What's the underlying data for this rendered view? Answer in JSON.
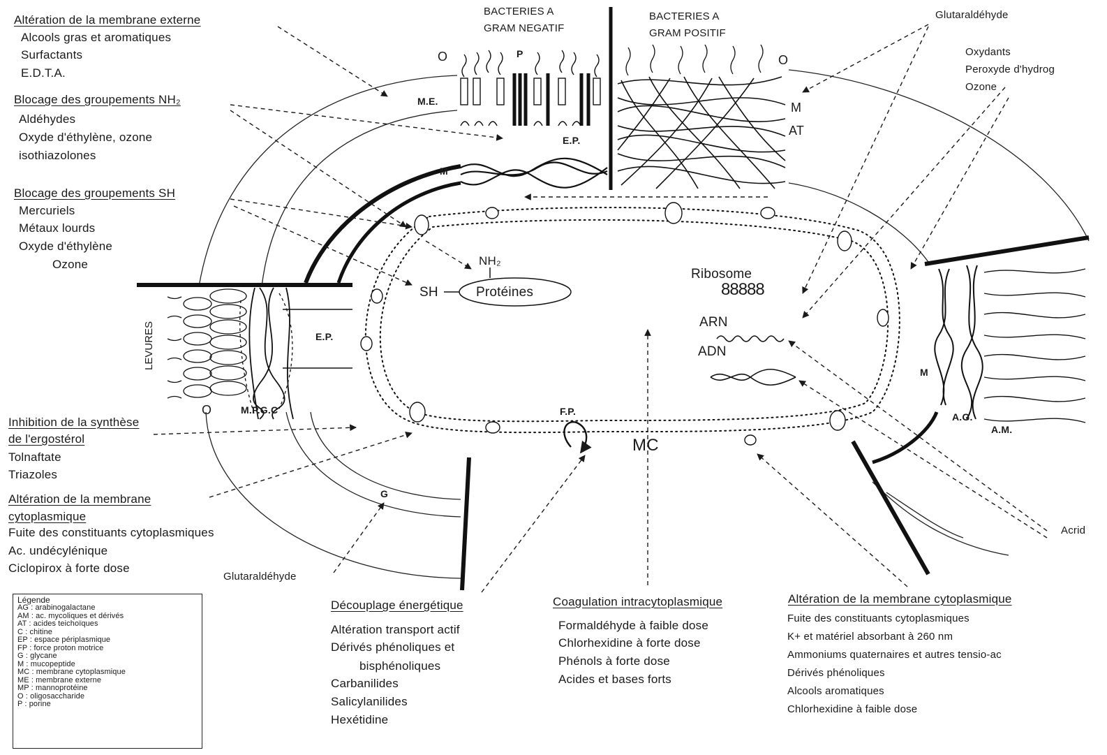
{
  "top": {
    "gram_negative": [
      "BACTERIES A",
      "GRAM NEGATIF"
    ],
    "gram_positive": [
      "BACTERIES A",
      "GRAM POSITIF"
    ]
  },
  "left_groups": [
    {
      "heading": "Altération de la membrane externe",
      "items": [
        "Alcools gras et aromatiques",
        "Surfactants",
        "E.D.T.A."
      ]
    },
    {
      "heading": "Blocage des groupements NH₂",
      "items": [
        "Aldéhydes",
        "Oxyde d'éthylène, ozone",
        "isothiazolones"
      ]
    },
    {
      "heading": "Blocage des groupements SH",
      "items": [
        "Mercuriels",
        "Métaux lourds",
        "Oxyde d'éthylène",
        "Ozone"
      ]
    },
    {
      "heading_lines": [
        "Inhibition de la synthèse",
        "de l'ergostérol"
      ],
      "items": [
        "Tolnaftate",
        "Triazoles"
      ]
    },
    {
      "heading_lines": [
        "Altération de la membrane",
        "cytoplasmique"
      ],
      "items": [
        "Fuite des constituants cytoplasmiques",
        "Ac. undécylénique",
        "Ciclopirox à forte dose"
      ]
    }
  ],
  "right_top": {
    "glutaraldehyde": "Glutaraldéhyde",
    "oxidants": [
      "Oxydants",
      "Peroxyde d'hydrog",
      "Ozone"
    ]
  },
  "right_mid": {
    "acridine": "Acrid"
  },
  "bottom_groups": [
    {
      "heading": "Découplage énergétique",
      "items": [
        "Altération transport actif",
        "Dérivés phénoliques et",
        "bisphénoliques",
        "Carbanilides",
        "Salicylanilides",
        "Hexétidine"
      ]
    },
    {
      "heading": "Coagulation intracytoplasmique",
      "items": [
        "Formaldéhyde à faible dose",
        "Chlorhexidine à forte dose",
        "Phénols à forte dose",
        "Acides et bases forts"
      ]
    },
    {
      "heading": "Altération de la membrane cytoplasmique",
      "items": [
        "Fuite des constituants cytoplasmiques",
        "K+ et matériel absorbant à 260 nm",
        "Ammoniums quaternaires et autres tensio-ac",
        "Dérivés phénoliques",
        "Alcools aromatiques",
        "Chlorhexidine à faible dose"
      ]
    }
  ],
  "glutaraldehyde_bottom": "Glutaraldéhyde",
  "cell_labels": {
    "O_left_top": "O",
    "P": "P",
    "ME": "M.E.",
    "EP_top": "E.P.",
    "M_left": "M",
    "O_right_top": "O",
    "M_right_top": "M",
    "AT": "AT",
    "NH2": "NH₂",
    "SH": "SH",
    "proteins": "Protéines",
    "ribosome": "Ribosome",
    "ribosome_glyphs": "88888",
    "ARN": "ARN",
    "ADN": "ADN",
    "levures": "LEVURES",
    "EP_left": "E.P.",
    "MPGC": "M.P.G.C",
    "O_left_bottom": "O",
    "G": "G",
    "FP": "F.P.",
    "MC": "MC",
    "M_right": "M",
    "AG": "A.G.",
    "AM": "A.M."
  },
  "legend": {
    "title": "Légende",
    "items": [
      "AG : arabinogalactane",
      "AM : ac. mycoliques et dérivés",
      "AT : acides teichoïques",
      "C  : chitine",
      "EP : espace périplasmique",
      "FP : force proton motrice",
      "G  : glycane",
      "M  : mucopeptide",
      "MC : membrane cytoplasmique",
      "ME : membrane externe",
      "MP : mannoprotéine",
      "O  : oligosaccharide",
      "P  : porine"
    ]
  }
}
